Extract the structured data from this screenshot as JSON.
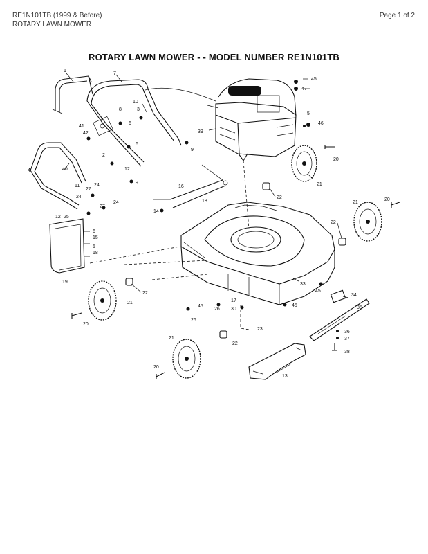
{
  "header": {
    "model_line": "RE1N101TB (1999 & Before)",
    "product_line": "ROTARY LAWN MOWER",
    "page_indicator": "Page 1 of 2"
  },
  "diagram": {
    "title": "ROTARY LAWN MOWER - - MODEL NUMBER RE1N101TB",
    "callouts": [
      "1",
      "7",
      "45",
      "47",
      "10",
      "3",
      "8",
      "6",
      "5",
      "46",
      "41",
      "42",
      "39",
      "9",
      "6",
      "2",
      "20",
      "40",
      "4",
      "12",
      "9",
      "21",
      "11",
      "27",
      "24",
      "16",
      "22",
      "24",
      "27",
      "18",
      "14",
      "24",
      "20",
      "12",
      "25",
      "6",
      "15",
      "5",
      "18",
      "21",
      "22",
      "19",
      "22",
      "21",
      "17",
      "30",
      "26",
      "45",
      "23",
      "33",
      "45",
      "34",
      "35",
      "20",
      "26",
      "45",
      "36",
      "37",
      "21",
      "22",
      "38",
      "20",
      "13"
    ]
  }
}
